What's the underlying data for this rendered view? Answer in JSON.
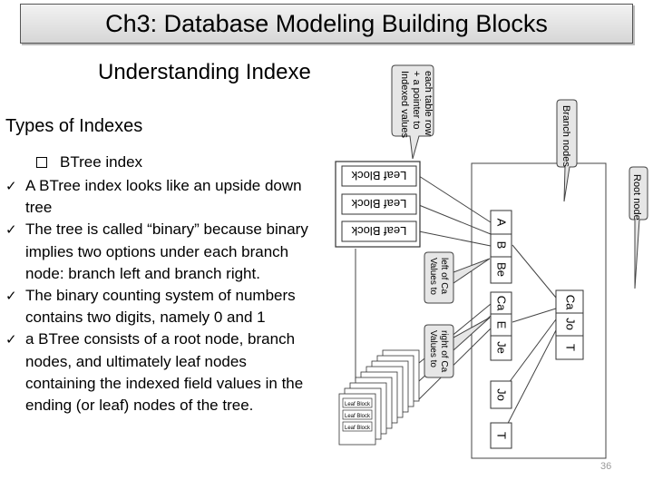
{
  "title": "Ch3: Database Modeling Building Blocks",
  "subtitle": "Understanding Indexe",
  "section": "Types of Indexes",
  "bullet_head": "BTree index",
  "bullets": [
    "A BTree index looks like an upside down tree",
    "The tree is called “binary” because binary implies two options under each branch node: branch left and branch right.",
    "The binary counting system of numbers contains two digits, namely 0 and 1",
    "a BTree consists of a root node, branch nodes, and ultimately leaf nodes containing the indexed field values in the ending (or leaf) nodes of the tree."
  ],
  "diagram": {
    "callout_indexed_lines": [
      "Indexed values",
      "+ a pointer to",
      "each table row"
    ],
    "callout_branch": "Branch nodes",
    "callout_root": "Root node",
    "callout_left_lines": [
      "Values to",
      "left of Ca"
    ],
    "callout_right_lines": [
      "Values to",
      "right of Ca"
    ],
    "leaf_label": "Leaf Block",
    "branch1": [
      "A",
      "B",
      "Be"
    ],
    "branch2": [
      "Ca",
      "E",
      "Je"
    ],
    "branch3": "Jo",
    "branch4": "T",
    "root": [
      "Ca",
      "Jo",
      "T"
    ]
  },
  "page_number": "36"
}
